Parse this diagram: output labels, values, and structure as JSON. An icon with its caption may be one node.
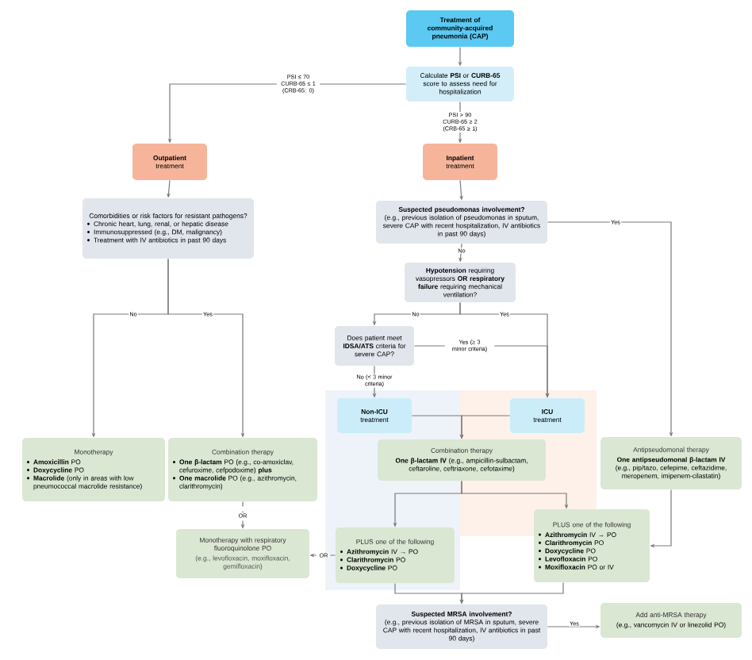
{
  "diagram": {
    "nodes": [
      {
        "text": [
          "Treatment of community-acquired pneumonia (CAP)"
        ]
      },
      {
        "text": [
          "Calculate **PSI** or **CURB-65** score to assess need for hospitalization"
        ]
      },
      {
        "text": [
          "Outpatient",
          "treatment"
        ]
      },
      {
        "text": [
          "Inpatient",
          "treatment"
        ]
      },
      {
        "text": [
          "Comorbidities or risk factors for resistant pathogens?",
          "Chronic heart, lung, renal, or hepatic disease",
          "Immunosuppressed (e.g., DM, malignancy)",
          "Treatment with IV antibiotics in past 90 days"
        ]
      },
      {
        "text": [
          "Suspected pseudomonas involvement?",
          "(e.g., previous isolation of pseudomonas in sputum, severe CAP with recent hospitalization, IV antibiotics in past 90 days)"
        ]
      },
      {
        "text": [
          "**Hypotension** requiring vasopressors **OR** **respiratory failure** requiring mechanical ventilation?"
        ]
      },
      {
        "text": [
          "Does patient meet **IDSA/ATS** criteria for severe CAP?"
        ]
      },
      {
        "text": [
          "Non-ICU",
          "treatment"
        ]
      },
      {
        "text": [
          "ICU",
          "treatment"
        ]
      },
      {
        "text": [
          "Monotherapy",
          "**Amoxicillin** PO",
          "**Doxycycline** PO",
          "**Macrolide** (only in areas with low pneumococcal macrolide resistance)"
        ]
      },
      {
        "text": [
          "Combination therapy",
          "**One β-lactam** PO (e.g., co-amoxiclav, cefuroxime, cefpodoxime) **plus**",
          "**One macrolide** PO (e.g., azithromycin, clarithromycin)"
        ]
      },
      {
        "text": [
          "Monotherapy with respiratory fluoroquinolone PO",
          "(e.g., levofloxacin, moxifloxacin, gemifloxacin)"
        ]
      },
      {
        "text": [
          "Combination therapy",
          "**One β-lactam IV** (e.g., ampicillin-sulbactam, ceftaroline, ceftriaxone, cefotaxime)"
        ]
      },
      {
        "text": [
          "PLUS one of the following",
          "**Azithromycin** IV → PO",
          "**Clarithromycin** PO",
          "**Doxycycline** PO"
        ]
      },
      {
        "text": [
          "Antipseudomonal therapy",
          "One antipseudomonal β-lactam IV",
          "(e.g., pip/tazo, cefepime, ceftazidime, meropenem, imipenem-cilastatin)"
        ]
      },
      {
        "text": [
          "PLUS one of the following",
          "**Azithromycin** IV → PO",
          "**Clarithromycin** PO",
          "**Doxycycline** PO",
          "**Levofloxacin** PO",
          "**Moxifloxacin** PO or IV"
        ]
      },
      {
        "text": [
          "Suspected MRSA involvement?",
          "(e.g., previous isolation of MRSA in sputum, severe CAP with recent hospitalization, IV antibiotics in past 90 days)"
        ]
      },
      {
        "text": [
          "Add anti-MRSA therapy",
          "(e.g., vancomycin IV or linezolid PO)"
        ]
      }
    ],
    "edges": [
      {
        "from": 0,
        "to": 1,
        "arrow": "to"
      },
      {
        "from": 1,
        "to": 2,
        "arrow": "to",
        "label": "PSI ≤ 70 CURB-65 ≤ 1 (CRB-65: 0)"
      },
      {
        "from": 1,
        "to": 3,
        "arrow": "to",
        "label": "PSI > 90 CURB-65 ≥ 2 (CRB-65 ≥ 1)"
      },
      {
        "from": 2,
        "to": 4,
        "arrow": "to"
      },
      {
        "from": 3,
        "to": 5,
        "arrow": "to"
      },
      {
        "from": 4,
        "to": 10,
        "arrow": "to",
        "label": "No"
      },
      {
        "from": 4,
        "to": 11,
        "arrow": "to",
        "label": "Yes"
      },
      {
        "from": 5,
        "to": 6,
        "arrow": "to",
        "label": "No"
      },
      {
        "from": 5,
        "to": 15,
        "arrow": "to",
        "label": "Yes"
      },
      {
        "from": 6,
        "to": 7,
        "arrow": "to",
        "label": "No"
      },
      {
        "from": 6,
        "to": 9,
        "arrow": "to",
        "label": "Yes"
      },
      {
        "from": 7,
        "to": 8,
        "arrow": "to",
        "label": "No (< 3 minor criteria)"
      },
      {
        "from": 7,
        "to": 9,
        "arrow": "to",
        "label": "Yes (≥ 3 minor criteria)"
      },
      {
        "from": 8,
        "to": 13,
        "arrow": "to"
      },
      {
        "from": 9,
        "to": 13,
        "arrow": "to"
      },
      {
        "from": 13,
        "to": 14,
        "arrow": "to"
      },
      {
        "from": 13,
        "to": 16,
        "arrow": "to"
      },
      {
        "from": 15,
        "to": 16,
        "arrow": "to"
      },
      {
        "from": 11,
        "to": 12,
        "arrow": "to",
        "label": "OR",
        "style": "dashed"
      },
      {
        "from": 14,
        "to": 12,
        "arrow": "to",
        "label": "OR",
        "style": "dashed"
      },
      {
        "from": 14,
        "to": 17,
        "arrow": "to"
      },
      {
        "from": 16,
        "to": 17,
        "arrow": "to"
      },
      {
        "from": 17,
        "to": 18,
        "arrow": "to",
        "label": "Yes"
      }
    ]
  }
}
